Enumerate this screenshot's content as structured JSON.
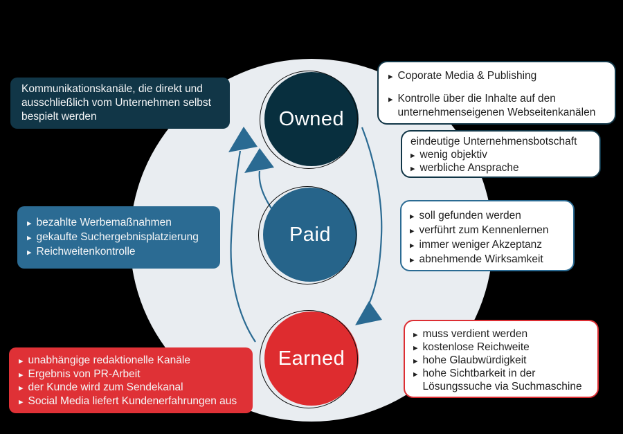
{
  "colors": {
    "background": "#000000",
    "disc": "#e9edf1",
    "navy": "#113647",
    "blue": "#2a6a92",
    "red": "#dd3034",
    "arrow": "#2a6a92",
    "circle_owned": "#082f3e",
    "circle_paid": "#26648a",
    "circle_earned": "#de2c2f"
  },
  "bullet_char": "▸",
  "nodes": [
    {
      "id": "owned",
      "label": "Owned"
    },
    {
      "id": "paid",
      "label": "Paid"
    },
    {
      "id": "earned",
      "label": "Earned"
    }
  ],
  "callouts": {
    "owned_left": {
      "text": "Kommunikationskanäle, die direkt und ausschließlich vom Unternehmen selbst bespielt werden"
    },
    "owned_right_top": {
      "items": [
        "Coporate Media & Publishing",
        "Kontrolle über die Inhalte auf den unternehmenseigenen Webseitenkanälen"
      ]
    },
    "owned_right_bottom": {
      "heading": "eindeutige Unternehmensbotschaft",
      "items": [
        "wenig objektiv",
        "werbliche Ansprache"
      ]
    },
    "paid_left": {
      "items": [
        "bezahlte Werbemaßnahmen",
        "gekaufte Suchergebnisplatzierung",
        "Reichweitenkontrolle"
      ]
    },
    "paid_right": {
      "items": [
        "soll gefunden werden",
        "verführt zum Kennenlernen",
        "immer weniger Akzeptanz",
        "abnehmende Wirksamkeit"
      ]
    },
    "earned_left": {
      "items": [
        "unabhängige redaktionelle Kanäle",
        "Ergebnis von PR-Arbeit",
        "der Kunde wird zum Sendekanal",
        "Social Media liefert Kundenerfahrungen aus"
      ]
    },
    "earned_right": {
      "items": [
        "muss verdient werden",
        "kostenlose Reichweite",
        "hohe Glaubwürdigkeit",
        "hohe Sichtbarkeit in der Lösungssuche via Suchmaschine"
      ]
    }
  }
}
